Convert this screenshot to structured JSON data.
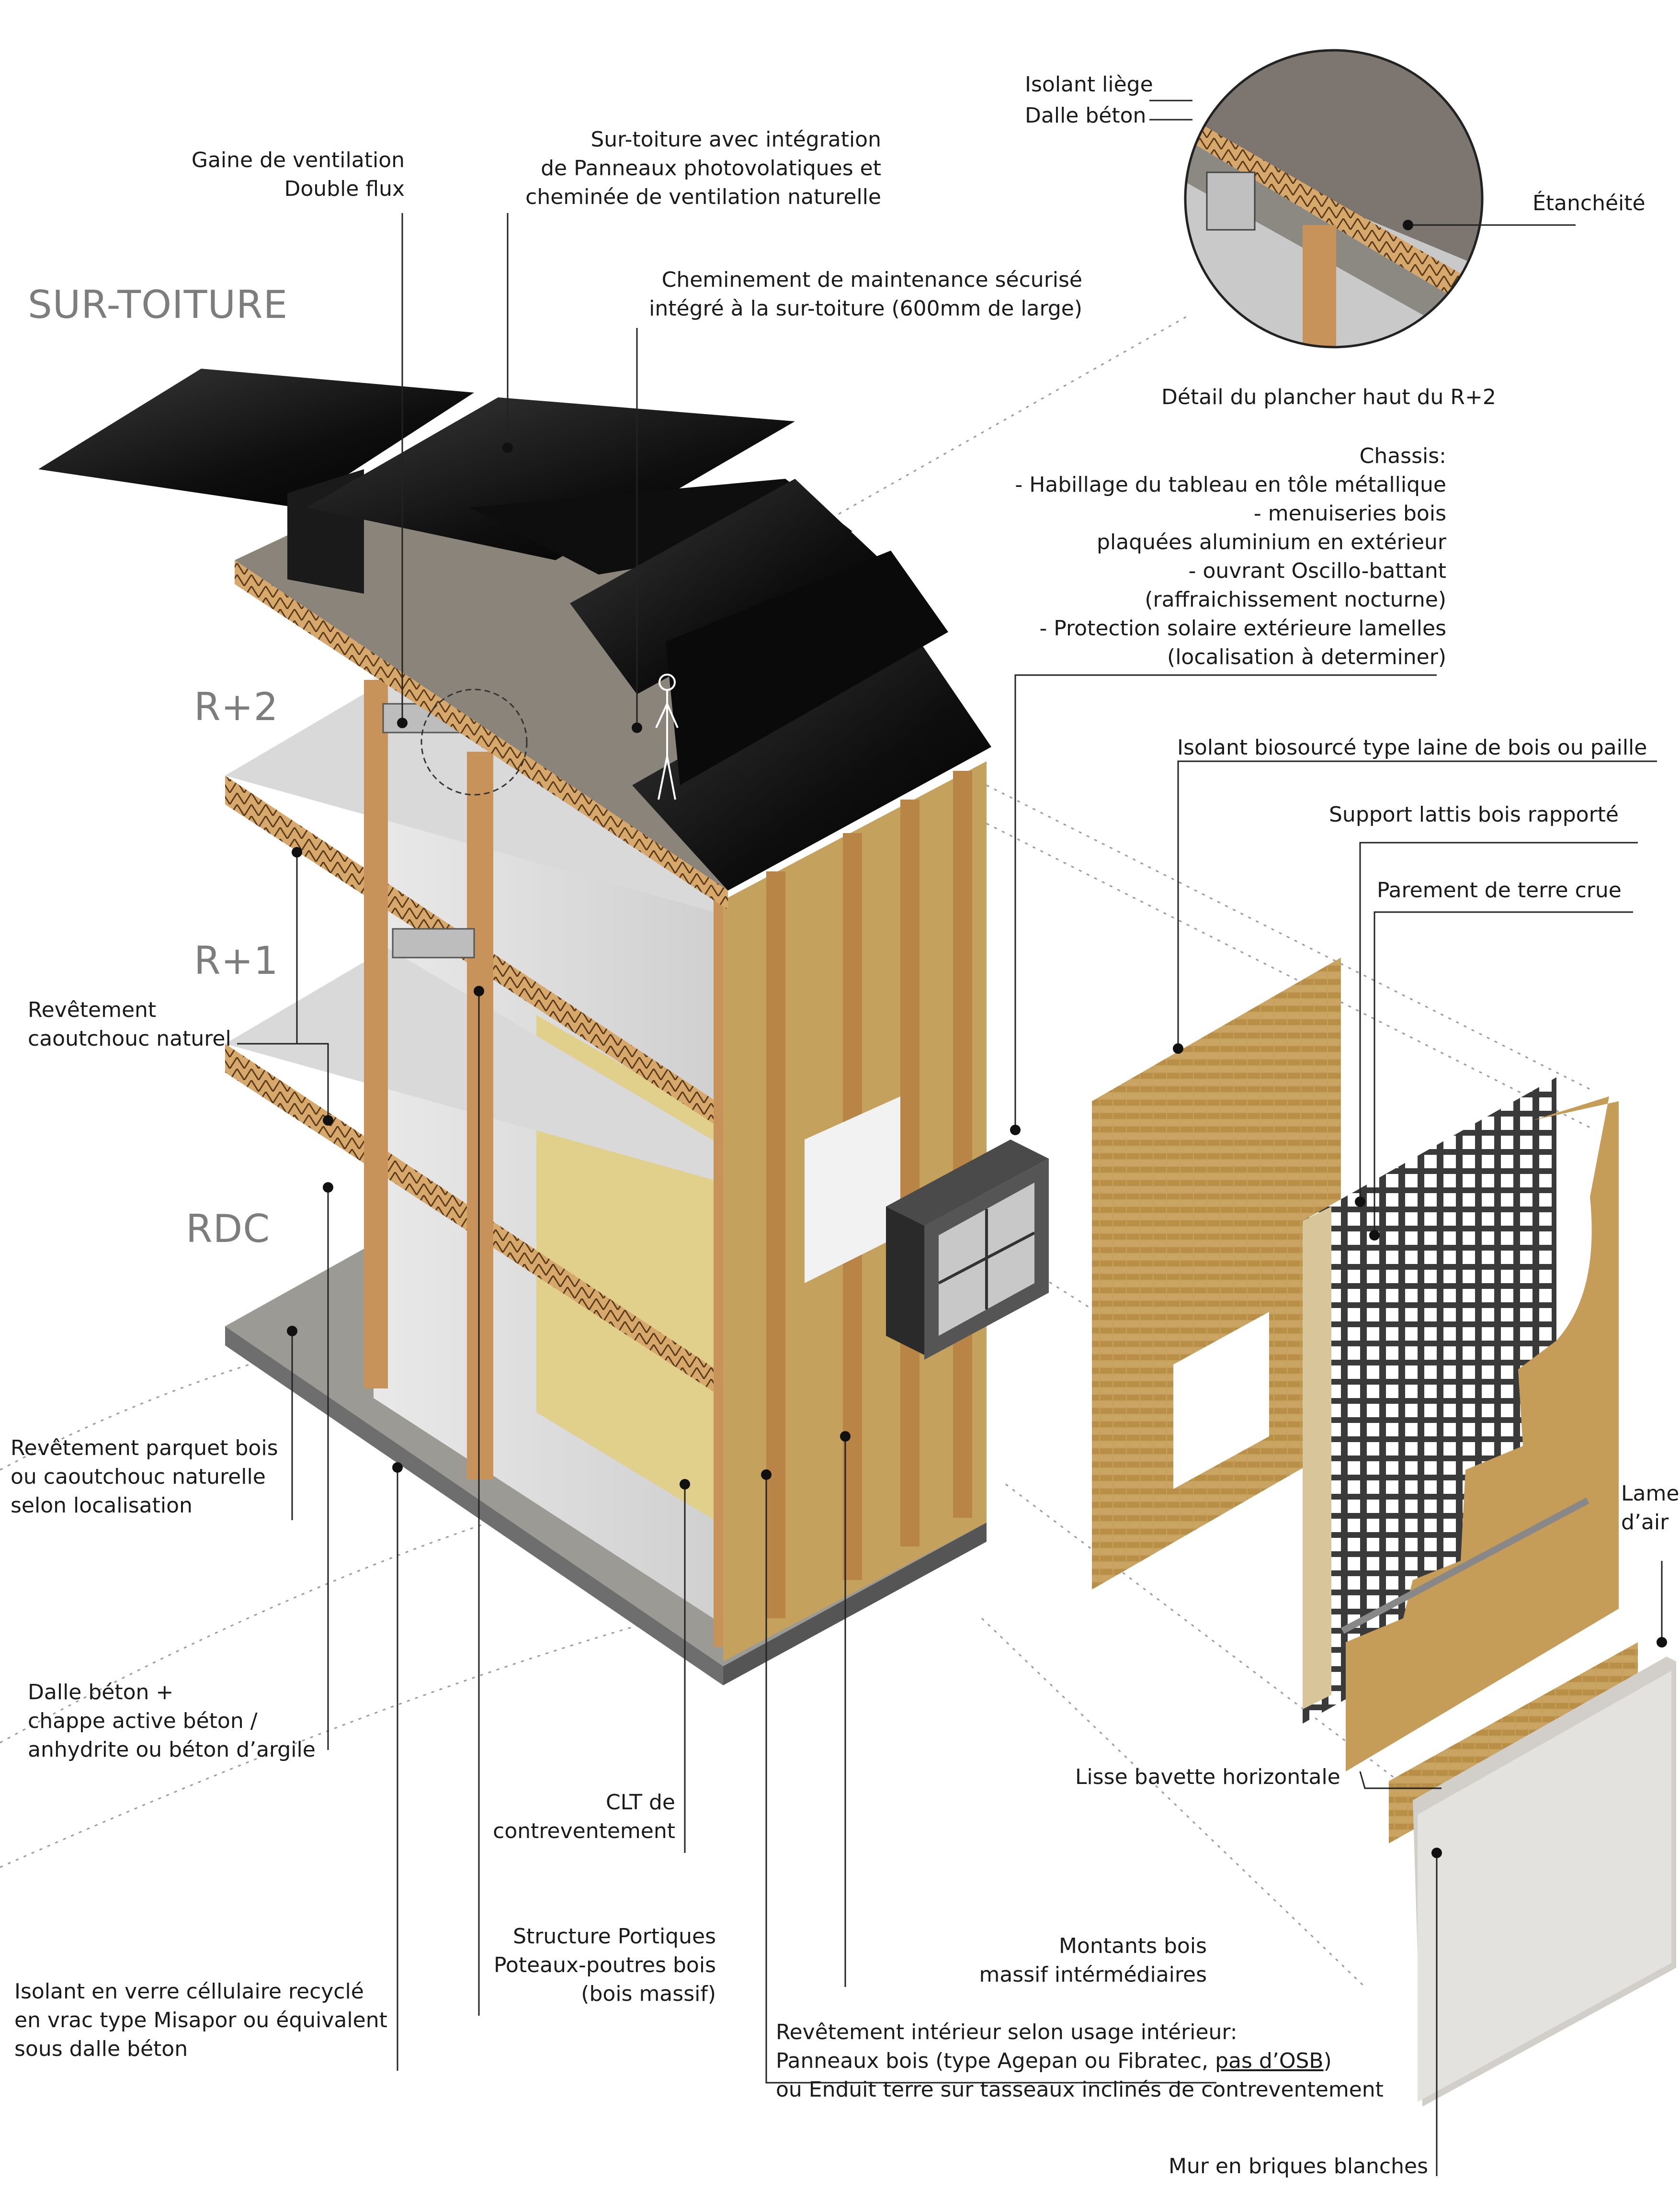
{
  "levels": {
    "sur_toiture": "SUR-TOITURE",
    "r2": "R+2",
    "r1": "R+1",
    "rdc": "RDC"
  },
  "labels": {
    "gaine_ventilation": "Gaine de ventilation\nDouble flux",
    "sur_toiture_pv": "Sur-toiture avec intégration\nde Panneaux photovolatiques et\ncheminée de ventilation naturelle",
    "cheminement": "Cheminement de maintenance sécurisé\nintégré à la sur-toiture (600mm de large)",
    "isolant_liege": "Isolant liège",
    "dalle_beton_detail": "Dalle béton",
    "etancheite": "Étanchéité",
    "detail_plancher": "Détail du plancher haut du R+2",
    "chassis": "Chassis:\n- Habillage du tableau en tôle métallique\n- menuiseries bois\nplaquées aluminium en extérieur\n- ouvrant Oscillo-battant\n(raffraichissement nocturne)\n- Protection solaire extérieure lamelles\n(localisation à determiner)",
    "isolant_biosource": "Isolant biosourcé type laine de bois ou paille",
    "support_lattis": "Support lattis bois rapporté",
    "parement_terre": "Parement de terre crue",
    "revetement_caoutchouc": "Revêtement\ncaoutchouc naturel",
    "revetement_parquet": "Revêtement parquet bois\nou caoutchouc naturelle\nselon localisation",
    "lame_air": "Lame\nd’air",
    "dalle_beton_chappe": "Dalle béton +\nchappe active béton /\nanhydrite ou béton d’argile",
    "lisse_bavette": "Lisse bavette horizontale",
    "clt": "CLT de\ncontreventement",
    "structure_portiques": "Structure Portiques\nPoteaux-poutres bois\n(bois massif)",
    "montants_bois": "Montants bois\nmassif intérmédiaires",
    "isolant_verre": "Isolant en verre céllulaire recyclé\nen vrac type Misapor ou équivalent\nsous dalle béton",
    "revetement_interieur_1": "Revêtement intérieur selon usage intérieur:",
    "revetement_interieur_2a": "Panneaux bois (type Agepan ou Fibratec, ",
    "revetement_interieur_2b": "pas d’OSB",
    "revetement_interieur_2c": ")",
    "revetement_interieur_3": "ou Enduit terre sur tasseaux inclinés de contreventement",
    "mur_briques": "Mur en briques blanches"
  },
  "colors": {
    "wood": "#c8935a",
    "insulation": "#b89a55",
    "roof": "#141414",
    "slab": "#8d8d8d",
    "leader": "#222222",
    "level_text": "#7d7d7d"
  }
}
